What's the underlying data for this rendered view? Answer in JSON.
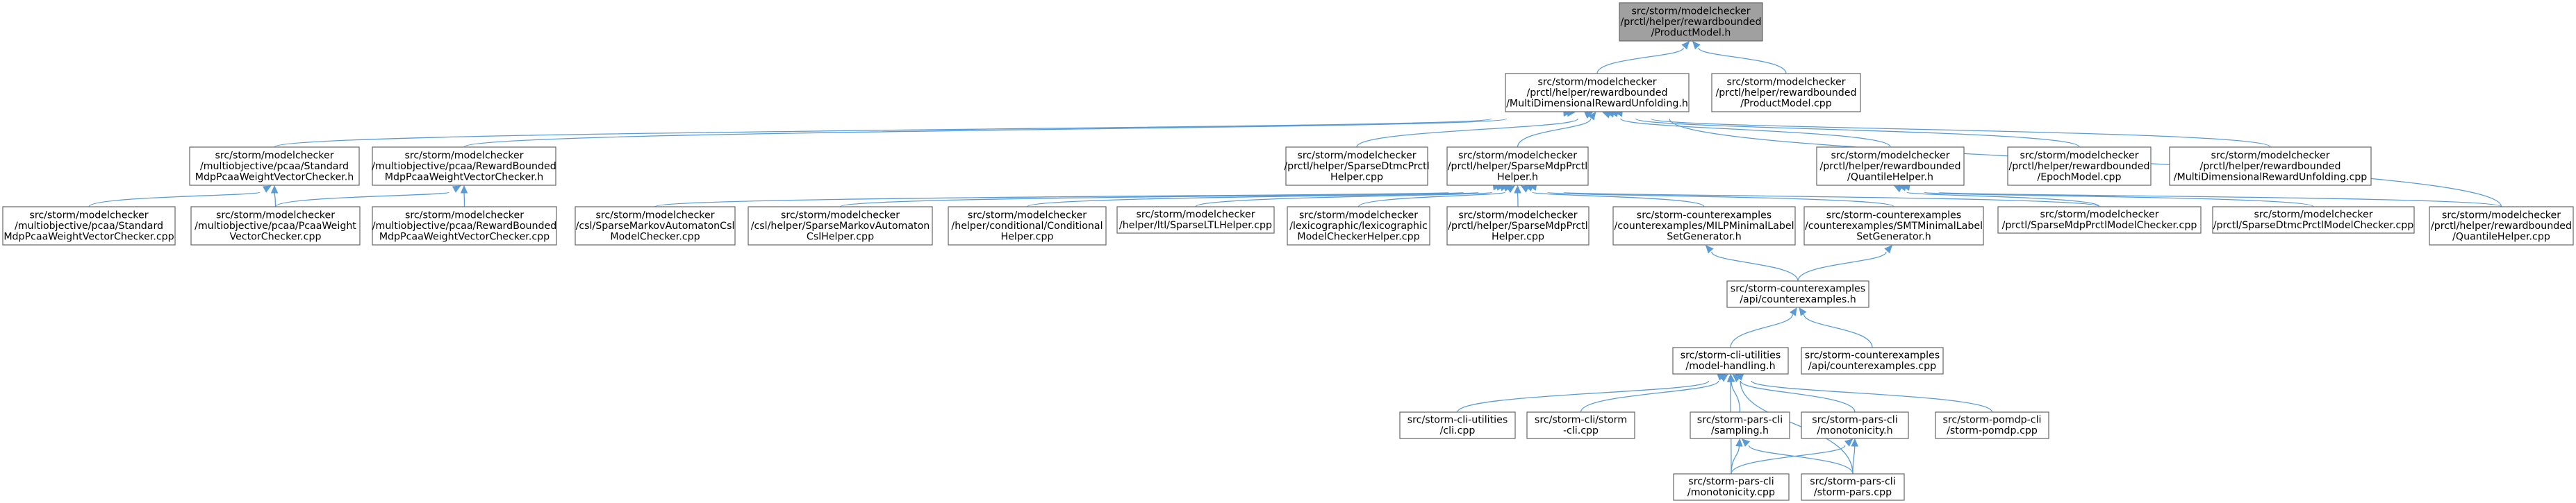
{
  "graph": {
    "nodes": [
      {
        "id": "n0",
        "lines": [
          "src/storm/modelchecker",
          "/prctl/helper/rewardbounded",
          "/ProductModel.h"
        ],
        "highlight": true
      },
      {
        "id": "n1",
        "lines": [
          "src/storm/modelchecker",
          "/prctl/helper/rewardbounded",
          "/MultiDimensionalRewardUnfolding.h"
        ]
      },
      {
        "id": "n2",
        "lines": [
          "src/storm/modelchecker",
          "/prctl/helper/rewardbounded",
          "/ProductModel.cpp"
        ]
      },
      {
        "id": "n3",
        "lines": [
          "src/storm/modelchecker",
          "/multiobjective/pcaa/Standard",
          "MdpPcaaWeightVectorChecker.h"
        ]
      },
      {
        "id": "n4",
        "lines": [
          "src/storm/modelchecker",
          "/multiobjective/pcaa/RewardBounded",
          "MdpPcaaWeightVectorChecker.h"
        ]
      },
      {
        "id": "n5",
        "lines": [
          "src/storm/modelchecker",
          "/prctl/helper/SparseDtmcPrctl",
          "Helper.cpp"
        ]
      },
      {
        "id": "n6",
        "lines": [
          "src/storm/modelchecker",
          "/prctl/helper/SparseMdpPrctl",
          "Helper.h"
        ]
      },
      {
        "id": "n7",
        "lines": [
          "src/storm/modelchecker",
          "/prctl/helper/rewardbounded",
          "/QuantileHelper.h"
        ]
      },
      {
        "id": "n8",
        "lines": [
          "src/storm/modelchecker",
          "/prctl/helper/rewardbounded",
          "/EpochModel.cpp"
        ]
      },
      {
        "id": "n9",
        "lines": [
          "src/storm/modelchecker",
          "/prctl/helper/rewardbounded",
          "/MultiDimensionalRewardUnfolding.cpp"
        ]
      },
      {
        "id": "n10",
        "lines": [
          "src/storm/modelchecker",
          "/multiobjective/pcaa/Standard",
          "MdpPcaaWeightVectorChecker.cpp"
        ]
      },
      {
        "id": "n11",
        "lines": [
          "src/storm/modelchecker",
          "/multiobjective/pcaa/PcaaWeight",
          "VectorChecker.cpp"
        ]
      },
      {
        "id": "n12",
        "lines": [
          "src/storm/modelchecker",
          "/multiobjective/pcaa/RewardBounded",
          "MdpPcaaWeightVectorChecker.cpp"
        ]
      },
      {
        "id": "n13",
        "lines": [
          "src/storm/modelchecker",
          "/csl/SparseMarkovAutomatonCsl",
          "ModelChecker.cpp"
        ]
      },
      {
        "id": "n14",
        "lines": [
          "src/storm/modelchecker",
          "/csl/helper/SparseMarkovAutomaton",
          "CslHelper.cpp"
        ]
      },
      {
        "id": "n15",
        "lines": [
          "src/storm/modelchecker",
          "/helper/conditional/Conditional",
          "Helper.cpp"
        ]
      },
      {
        "id": "n16",
        "lines": [
          "src/storm/modelchecker",
          "/helper/ltl/SparseLTLHelper.cpp"
        ]
      },
      {
        "id": "n17",
        "lines": [
          "src/storm/modelchecker",
          "/lexicographic/lexicographic",
          "ModelCheckerHelper.cpp"
        ]
      },
      {
        "id": "n18",
        "lines": [
          "src/storm/modelchecker",
          "/prctl/helper/SparseMdpPrctl",
          "Helper.cpp"
        ]
      },
      {
        "id": "n19",
        "lines": [
          "src/storm-counterexamples",
          "/counterexamples/MILPMinimalLabel",
          "SetGenerator.h"
        ]
      },
      {
        "id": "n20",
        "lines": [
          "src/storm-counterexamples",
          "/counterexamples/SMTMinimalLabel",
          "SetGenerator.h"
        ]
      },
      {
        "id": "n21",
        "lines": [
          "src/storm/modelchecker",
          "/prctl/SparseMdpPrctlModelChecker.cpp"
        ]
      },
      {
        "id": "n22",
        "lines": [
          "src/storm/modelchecker",
          "/prctl/SparseDtmcPrctlModelChecker.cpp"
        ]
      },
      {
        "id": "n23",
        "lines": [
          "src/storm/modelchecker",
          "/prctl/helper/rewardbounded",
          "/QuantileHelper.cpp"
        ]
      },
      {
        "id": "n24",
        "lines": [
          "src/storm-counterexamples",
          "/api/counterexamples.h"
        ]
      },
      {
        "id": "n25",
        "lines": [
          "src/storm-cli-utilities",
          "/model-handling.h"
        ]
      },
      {
        "id": "n26",
        "lines": [
          "src/storm-counterexamples",
          "/api/counterexamples.cpp"
        ]
      },
      {
        "id": "n27",
        "lines": [
          "src/storm-cli-utilities",
          "/cli.cpp"
        ]
      },
      {
        "id": "n28",
        "lines": [
          "src/storm-cli/storm",
          "-cli.cpp"
        ]
      },
      {
        "id": "n29",
        "lines": [
          "src/storm-pars-cli",
          "/sampling.h"
        ]
      },
      {
        "id": "n30",
        "lines": [
          "src/storm-pars-cli",
          "/monotonicity.h"
        ]
      },
      {
        "id": "n31",
        "lines": [
          "src/storm-pomdp-cli",
          "/storm-pomdp.cpp"
        ]
      },
      {
        "id": "n32",
        "lines": [
          "src/storm-pars-cli",
          "/monotonicity.cpp"
        ]
      },
      {
        "id": "n33",
        "lines": [
          "src/storm-pars-cli",
          "/storm-pars.cpp"
        ]
      }
    ],
    "edges": [
      [
        "n0",
        "n1"
      ],
      [
        "n0",
        "n2"
      ],
      [
        "n1",
        "n3"
      ],
      [
        "n1",
        "n4"
      ],
      [
        "n1",
        "n5"
      ],
      [
        "n1",
        "n6"
      ],
      [
        "n1",
        "n7"
      ],
      [
        "n1",
        "n8"
      ],
      [
        "n1",
        "n9"
      ],
      [
        "n1",
        "n23"
      ],
      [
        "n3",
        "n10"
      ],
      [
        "n3",
        "n11"
      ],
      [
        "n4",
        "n11"
      ],
      [
        "n4",
        "n12"
      ],
      [
        "n6",
        "n13"
      ],
      [
        "n6",
        "n14"
      ],
      [
        "n6",
        "n15"
      ],
      [
        "n6",
        "n16"
      ],
      [
        "n6",
        "n17"
      ],
      [
        "n6",
        "n18"
      ],
      [
        "n6",
        "n19"
      ],
      [
        "n6",
        "n20"
      ],
      [
        "n6",
        "n21"
      ],
      [
        "n7",
        "n21"
      ],
      [
        "n7",
        "n22"
      ],
      [
        "n7",
        "n23"
      ],
      [
        "n19",
        "n24"
      ],
      [
        "n20",
        "n24"
      ],
      [
        "n24",
        "n25"
      ],
      [
        "n24",
        "n26"
      ],
      [
        "n25",
        "n27"
      ],
      [
        "n25",
        "n28"
      ],
      [
        "n25",
        "n29"
      ],
      [
        "n25",
        "n30"
      ],
      [
        "n25",
        "n31"
      ],
      [
        "n25",
        "n32"
      ],
      [
        "n25",
        "n33"
      ],
      [
        "n29",
        "n32"
      ],
      [
        "n29",
        "n33"
      ],
      [
        "n30",
        "n32"
      ],
      [
        "n30",
        "n33"
      ]
    ]
  },
  "colors": {
    "edge": "#5a9bd5",
    "node_border": "#666666",
    "node_fill": "#ffffff",
    "highlight_fill": "#a0a0a0"
  }
}
